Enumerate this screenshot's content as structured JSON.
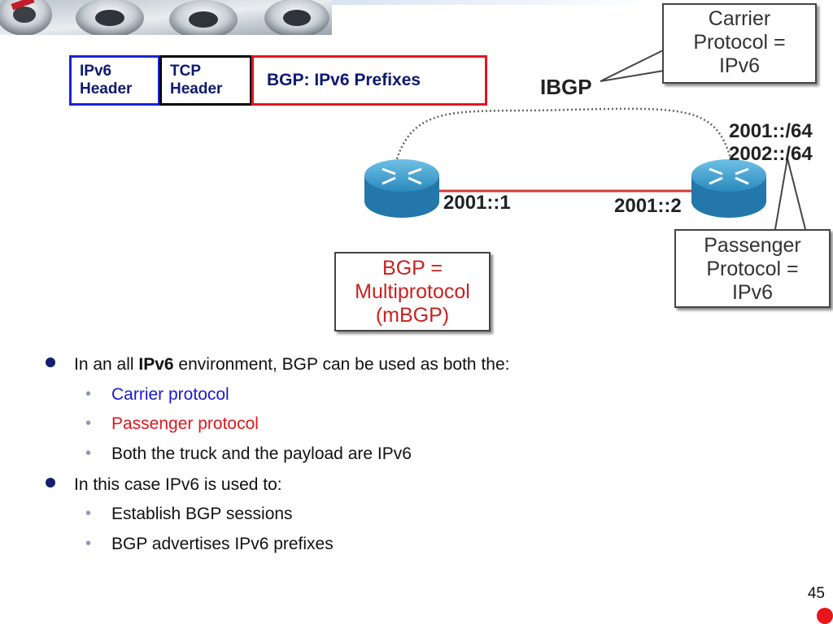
{
  "packet": {
    "ipv6_header": [
      "IPv6",
      "Header"
    ],
    "tcp_header": [
      "TCP",
      "Header"
    ],
    "payload": "BGP: IPv6 Prefixes"
  },
  "diagram": {
    "ibgp_label": "IBGP",
    "carrier": [
      "Carrier",
      "Protocol =",
      "IPv6"
    ],
    "passenger": [
      "Passenger",
      "Protocol =",
      "IPv6"
    ],
    "mbgp": [
      "BGP =",
      "Multiprotocol",
      "(mBGP)"
    ],
    "prefixes": [
      "2001::/64",
      "2002::/64"
    ],
    "router_left_addr": "2001::1",
    "router_right_addr": "2001::2"
  },
  "bullets": [
    {
      "before": "In an all ",
      "bold": "IPv6",
      "after": " environment, BGP can be used as both the:",
      "sub": [
        {
          "text": "Carrier protocol",
          "color": "#1a1ad6"
        },
        {
          "text": "Passenger protocol",
          "color": "#e0161e"
        },
        {
          "text": "Both the truck and the payload are IPv6",
          "color": "#111111"
        }
      ]
    },
    {
      "text": "In this case IPv6 is used to:",
      "sub": [
        {
          "text": "Establish BGP sessions",
          "color": "#111111"
        },
        {
          "text": "BGP advertises IPv6 prefixes",
          "color": "#111111"
        }
      ]
    }
  ],
  "page_number": "45",
  "colors": {
    "blue": "#1b23d6",
    "red": "#e0161e",
    "bullet_navy": "#141e6e",
    "router": "#2f95c7"
  }
}
